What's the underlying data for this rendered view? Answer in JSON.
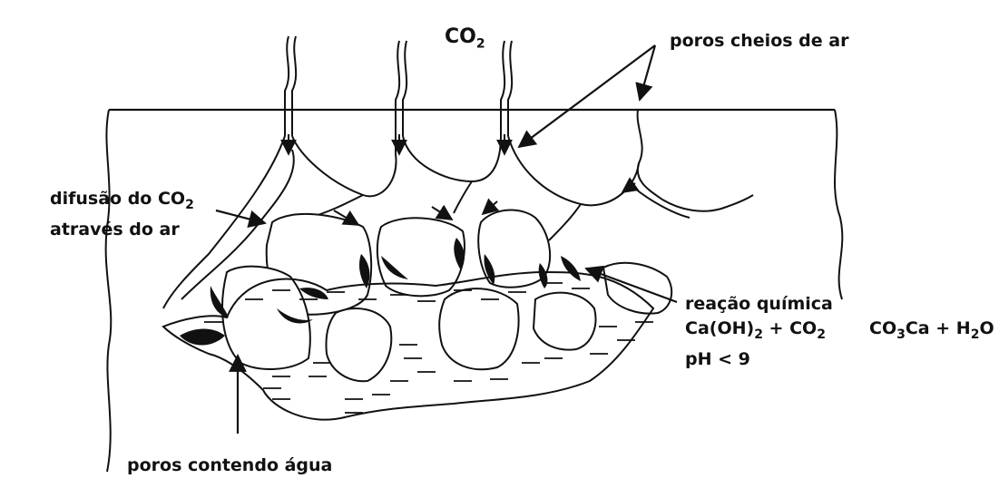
{
  "labels": {
    "co2_top": "CO",
    "co2_top_sub": "2",
    "air_pores": "poros cheios de ar",
    "diffusion_line1": "difusão do CO",
    "diffusion_line1_sub": "2",
    "diffusion_line2": "através do ar",
    "chem_reaction": "reação química",
    "reaction_left_a": "Ca(OH)",
    "reaction_left_sub": "2",
    "reaction_left_b": " + CO",
    "reaction_left_sub2": "2",
    "reaction_right_a": "CO",
    "reaction_right_sub1": "3",
    "reaction_right_b": "Ca + H",
    "reaction_right_sub2": "2",
    "reaction_right_c": "O",
    "ph": "pH < 9",
    "water_pores": "poros contendo água"
  },
  "colors": {
    "ink": "#111111",
    "background": "#ffffff"
  }
}
